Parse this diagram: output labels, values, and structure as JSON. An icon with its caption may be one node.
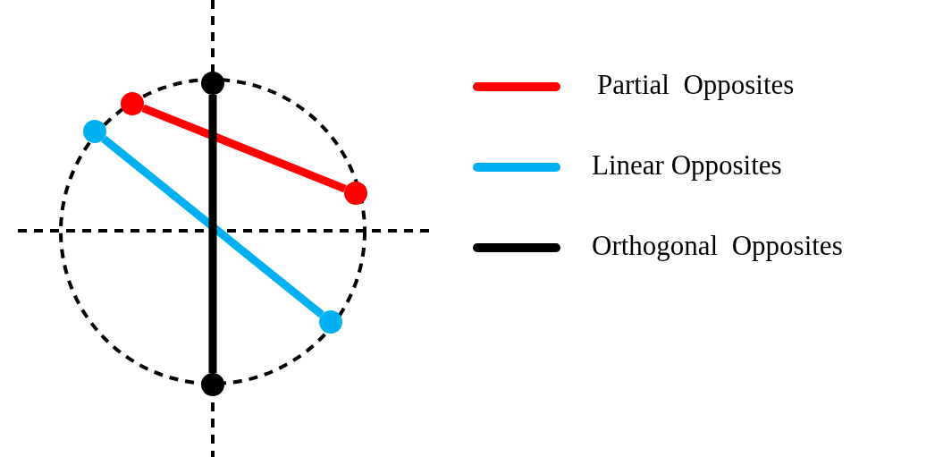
{
  "diagram": {
    "nodes": [
      {
        "text": [],
        "shape": "circle"
      },
      {
        "text": [],
        "shape": "circle"
      },
      {
        "text": [],
        "shape": "circle"
      },
      {
        "text": [],
        "shape": "circle"
      },
      {
        "text": [],
        "shape": "circle"
      },
      {
        "text": [],
        "shape": "circle"
      }
    ],
    "edges": [
      {
        "from": 1,
        "to": 5,
        "arrow": "none",
        "color": "#ff0000"
      },
      {
        "from": 0,
        "to": 4,
        "arrow": "none",
        "color": "#00b0f0"
      },
      {
        "from": 2,
        "to": 3,
        "arrow": "none",
        "color": "#000000"
      }
    ],
    "legend": [
      {
        "text": "Partial  Opposites",
        "color": "#ff0000"
      },
      {
        "text": "Linear Opposites",
        "color": "#00b0f0"
      },
      {
        "text": "Orthogonal  Opposites",
        "color": "#000000"
      }
    ]
  }
}
